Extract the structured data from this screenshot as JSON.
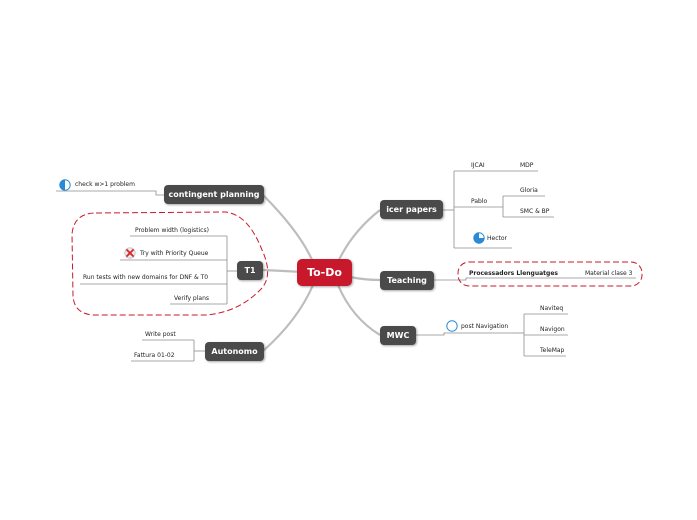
{
  "root": {
    "label": "To-Do"
  },
  "colors": {
    "root": "#c8192c",
    "node": "#4a4a4a",
    "connector": "#b9b9b9",
    "leaf_line": "#8c8c8c",
    "boundary": "#c8192c",
    "icon_blue": "#2a8ad6"
  },
  "topics": {
    "contingent_planning": {
      "label": "contingent planning",
      "children": [
        {
          "label": "check w>1 problem",
          "icon": "half-progress-icon"
        }
      ]
    },
    "t1": {
      "label": "T1",
      "children": [
        {
          "label": "Problem width (logistics)"
        },
        {
          "label": "Try with Priority Queue",
          "icon": "cancel-icon"
        },
        {
          "label": "Run tests with new domains for DNF & T0"
        },
        {
          "label": "Verify plans"
        }
      ]
    },
    "autonomo": {
      "label": "Autonomo",
      "children": [
        {
          "label": "Write post"
        },
        {
          "label": "Fattura 01-02"
        }
      ]
    },
    "icer_papers": {
      "label": "icer papers",
      "children": [
        {
          "label": "IJCAI",
          "children": [
            {
              "label": "MDP"
            }
          ]
        },
        {
          "label": "Pablo",
          "children": [
            {
              "label": "Gloria"
            },
            {
              "label": "SMC & BP"
            }
          ]
        },
        {
          "label": "Hector",
          "icon": "three-quarter-progress-icon"
        }
      ]
    },
    "teaching": {
      "label": "Teaching",
      "children": [
        {
          "label": "Processadors Llenguatges",
          "children": [
            {
              "label": "Material clase 3"
            }
          ]
        }
      ]
    },
    "mwc": {
      "label": "MWC",
      "children": [
        {
          "label": "post Navigation",
          "icon": "empty-progress-icon",
          "children": [
            {
              "label": "Naviteq"
            },
            {
              "label": "Navigon"
            },
            {
              "label": "TeleMap"
            }
          ]
        }
      ]
    }
  }
}
